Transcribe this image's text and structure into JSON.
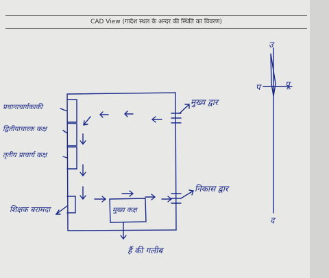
{
  "header": {
    "title": "CAD View (गादेश स्थल के अन्दर की स्थिति का विवरण)"
  },
  "diagram": {
    "left_labels": [
      "प्रधानाचार्यकाकी",
      "द्वितीयाचारक कक्ष",
      "तृतीय प्राचार्य कक्ष"
    ],
    "exit_label_top": "मुख्य द्वार",
    "exit_label_right": "निकास द्वार",
    "bottom_left_label": "शिक्षक बरामदा",
    "inner_box_label": "मुख्य कक्ष",
    "bottom_label": "हैं की गलीब",
    "compass": {
      "north": "उ",
      "south": "द",
      "west": "प",
      "east": "पू"
    }
  },
  "colors": {
    "ink": "#1b2a8a",
    "paper": "#e8e8e6"
  }
}
